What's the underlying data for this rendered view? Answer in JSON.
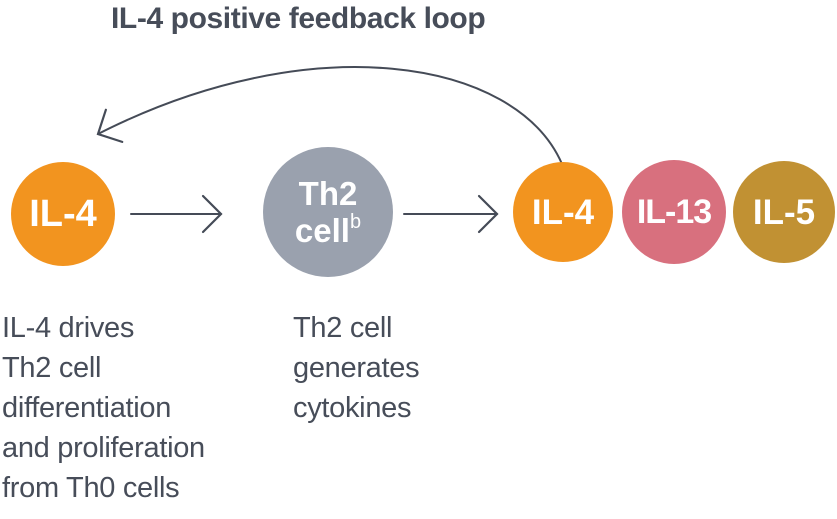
{
  "title": "IL-4 positive feedback loop",
  "colors": {
    "orange": "#F2941F",
    "rose": "#D8707E",
    "gold": "#C19133",
    "gray": "#9AA1AE",
    "text": "#474D59",
    "arrow": "#454B57",
    "circle_text": "#FFFFFF"
  },
  "nodes": {
    "il4_left": {
      "label": "IL-4"
    },
    "th2": {
      "line1": "Th2",
      "line2": "cell",
      "superscript": "b"
    },
    "il4_right": {
      "label": "IL-4"
    },
    "il13": {
      "label": "IL-13"
    },
    "il5": {
      "label": "IL-5"
    }
  },
  "captions": {
    "left": [
      "IL-4 drives",
      "Th2 cell",
      "differentiation",
      "and proliferation",
      "from Th0 cells"
    ],
    "middle": [
      "Th2 cell",
      "generates",
      "cytokines"
    ]
  }
}
